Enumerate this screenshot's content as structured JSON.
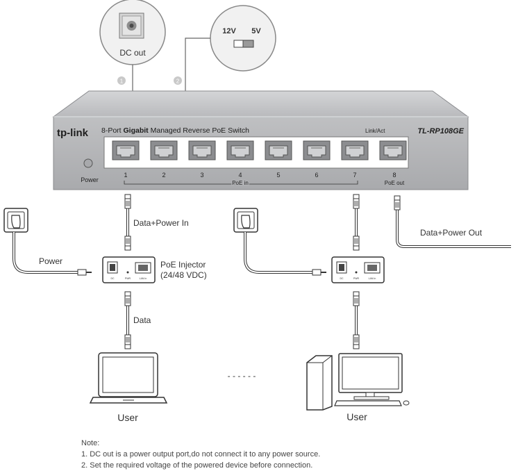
{
  "callouts": {
    "dc_out": {
      "number": "1",
      "label": "DC out"
    },
    "voltage": {
      "number": "2",
      "left": "12V",
      "right": "5V"
    }
  },
  "switch": {
    "brand": "tp-link",
    "description_pre": "8-Port ",
    "description_bold": "Gigabit",
    "description_post": " Managed Reverse PoE Switch",
    "model": "TL-RP108GE",
    "link_act": "Link/Act",
    "power_label": "Power",
    "ports": [
      "1",
      "2",
      "3",
      "4",
      "5",
      "6",
      "7",
      "8"
    ],
    "poe_in_label": "PoE in",
    "poe_out_label": "PoE out"
  },
  "labels": {
    "data_power_in": "Data+Power In",
    "data_power_out": "Data+Power Out",
    "power": "Power",
    "poe_injector_line1": "PoE Injector",
    "poe_injector_line2": "(24/48 VDC)",
    "data": "Data",
    "dots": "- - - - - -",
    "user_left": "User",
    "user_right": "User"
  },
  "injector": {
    "dc": "DC",
    "pwr": "PWR",
    "lan_in": "LAN In"
  },
  "note": {
    "title": "Note:",
    "lines": [
      "1. DC out is a power output port,do not connect it to any power source.",
      "2. Set the required voltage of the powered device before connection."
    ]
  }
}
